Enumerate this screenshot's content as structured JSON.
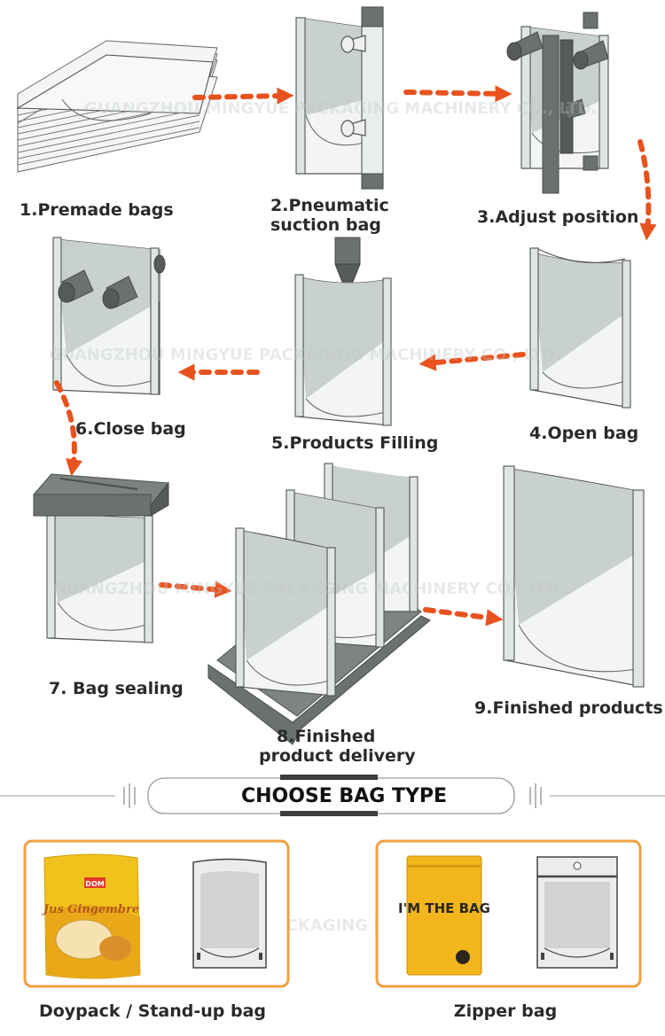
{
  "steps": {
    "s1": "1.Premade bags",
    "s2_line1": "2.Pneumatic",
    "s2_line2": "suction bag",
    "s3": "3.Adjust position",
    "s4": "4.Open bag",
    "s5": "5.Products Filling",
    "s6": "6.Close bag",
    "s7": "7. Bag sealing",
    "s8_line1": "8.Finished",
    "s8_line2": "product delivery",
    "s9": "9.Finished products"
  },
  "banner": {
    "title": "CHOOSE BAG TYPE"
  },
  "bag_types": [
    {
      "label": "Doypack / Stand-up bag",
      "product_brand": "DOM",
      "product_name": "Jus Gingembre"
    },
    {
      "label": "Zipper bag",
      "product_text": "I'M THE BAG"
    }
  ],
  "watermark": "GUANGZHOU MINGYUE PACKAGING MACHINERY CO., LTD.",
  "colors": {
    "arrow": "#e8521e",
    "frame": "#f0a040",
    "metal": "#6b716f"
  },
  "icons": [
    "dashed-arrow-icon",
    "suction-cup-icon",
    "nozzle-icon",
    "heat-seal-bar-icon"
  ]
}
